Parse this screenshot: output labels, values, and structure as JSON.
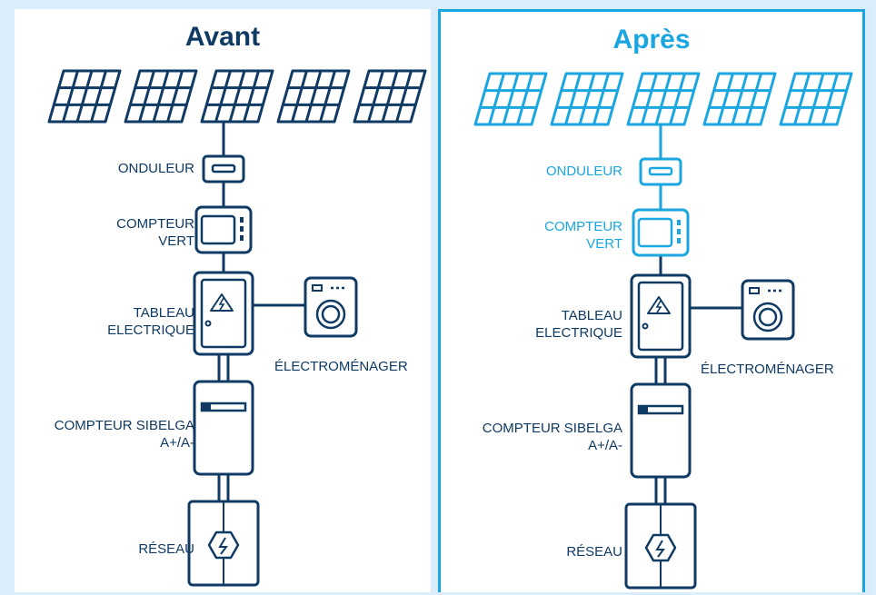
{
  "colors": {
    "dark": "#0f3a63",
    "accent": "#1aa6e0",
    "background": "#d9eefa"
  },
  "before": {
    "title": "Avant",
    "labels": {
      "inverter": "ONDULEUR",
      "green_meter_1": "COMPTEUR",
      "green_meter_2": "VERT",
      "panel_1": "TABLEAU",
      "panel_2": "ELECTRIQUE",
      "appliance": "ÉLECTROMÉNAGER",
      "sibelga_1": "COMPTEUR SIBELGA",
      "sibelga_2": "A+/A-",
      "grid": "RÉSEAU"
    }
  },
  "after": {
    "title": "Après",
    "labels": {
      "inverter": "ONDULEUR",
      "green_meter_1": "COMPTEUR",
      "green_meter_2": "VERT",
      "panel_1": "TABLEAU",
      "panel_2": "ELECTRIQUE",
      "appliance": "ÉLECTROMÉNAGER",
      "sibelga_1": "COMPTEUR SIBELGA",
      "sibelga_2": "A+/A-",
      "grid": "RÉSEAU"
    }
  }
}
